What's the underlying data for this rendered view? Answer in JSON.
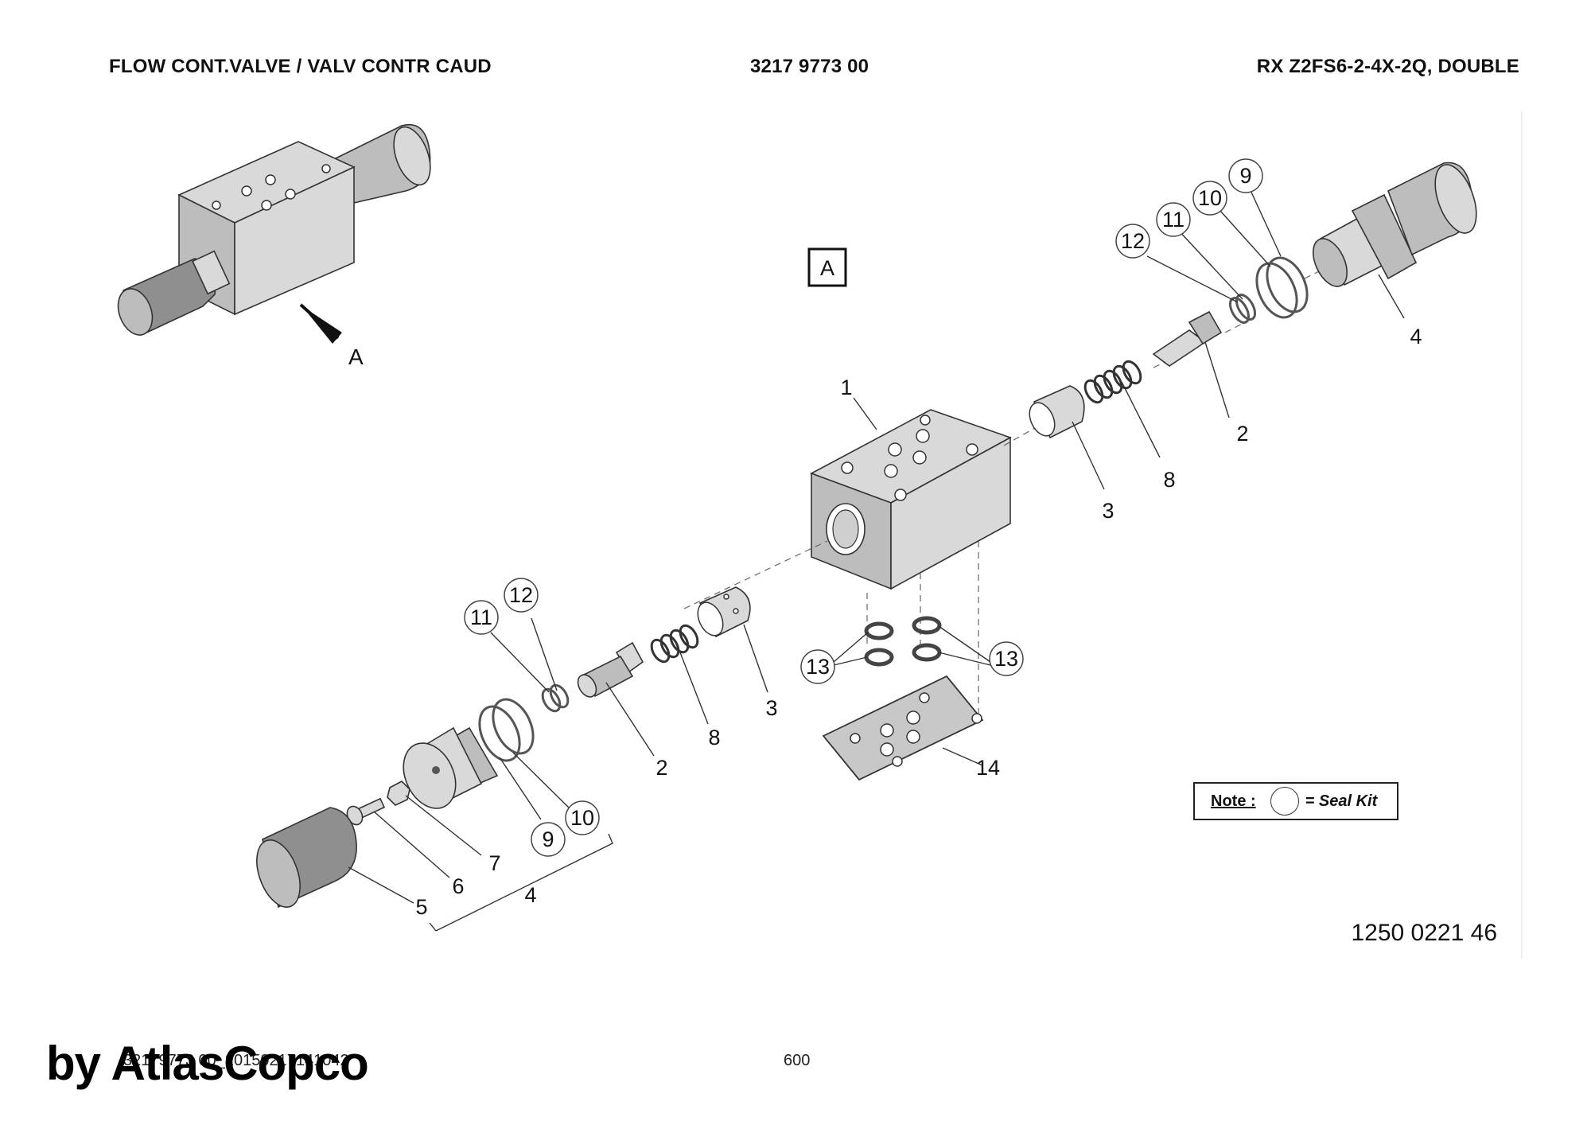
{
  "header": {
    "left": "FLOW CONT.VALVE / VALV CONTR CAUD",
    "center": "3217 9773 00",
    "right": "RX Z2FS6-2-4X-2Q, DOUBLE"
  },
  "view_marker": {
    "box_letter": "A",
    "arrow_letter": "A"
  },
  "callouts_plain": {
    "p1": "1",
    "p2_right": "2",
    "p2_left": "2",
    "p3_right": "3",
    "p3_left": "3",
    "p4_right": "4",
    "p4_left": "4",
    "p5": "5",
    "p6": "6",
    "p7": "7",
    "p8_right": "8",
    "p8_left": "8",
    "p14": "14"
  },
  "callouts_circled": {
    "c9_right": "9",
    "c10_right": "10",
    "c11_right": "11",
    "c12_right": "12",
    "c11_left": "11",
    "c12_left": "12",
    "c9_left": "9",
    "c10_left": "10",
    "c13_left": "13",
    "c13_right": "13"
  },
  "note": {
    "label": "Note :",
    "text": "= Seal Kit"
  },
  "drawing_number": "1250 0221 46",
  "footer": {
    "code": "32179773 00_20150217141042",
    "page": "600"
  },
  "watermark": "by AtlasCopco"
}
